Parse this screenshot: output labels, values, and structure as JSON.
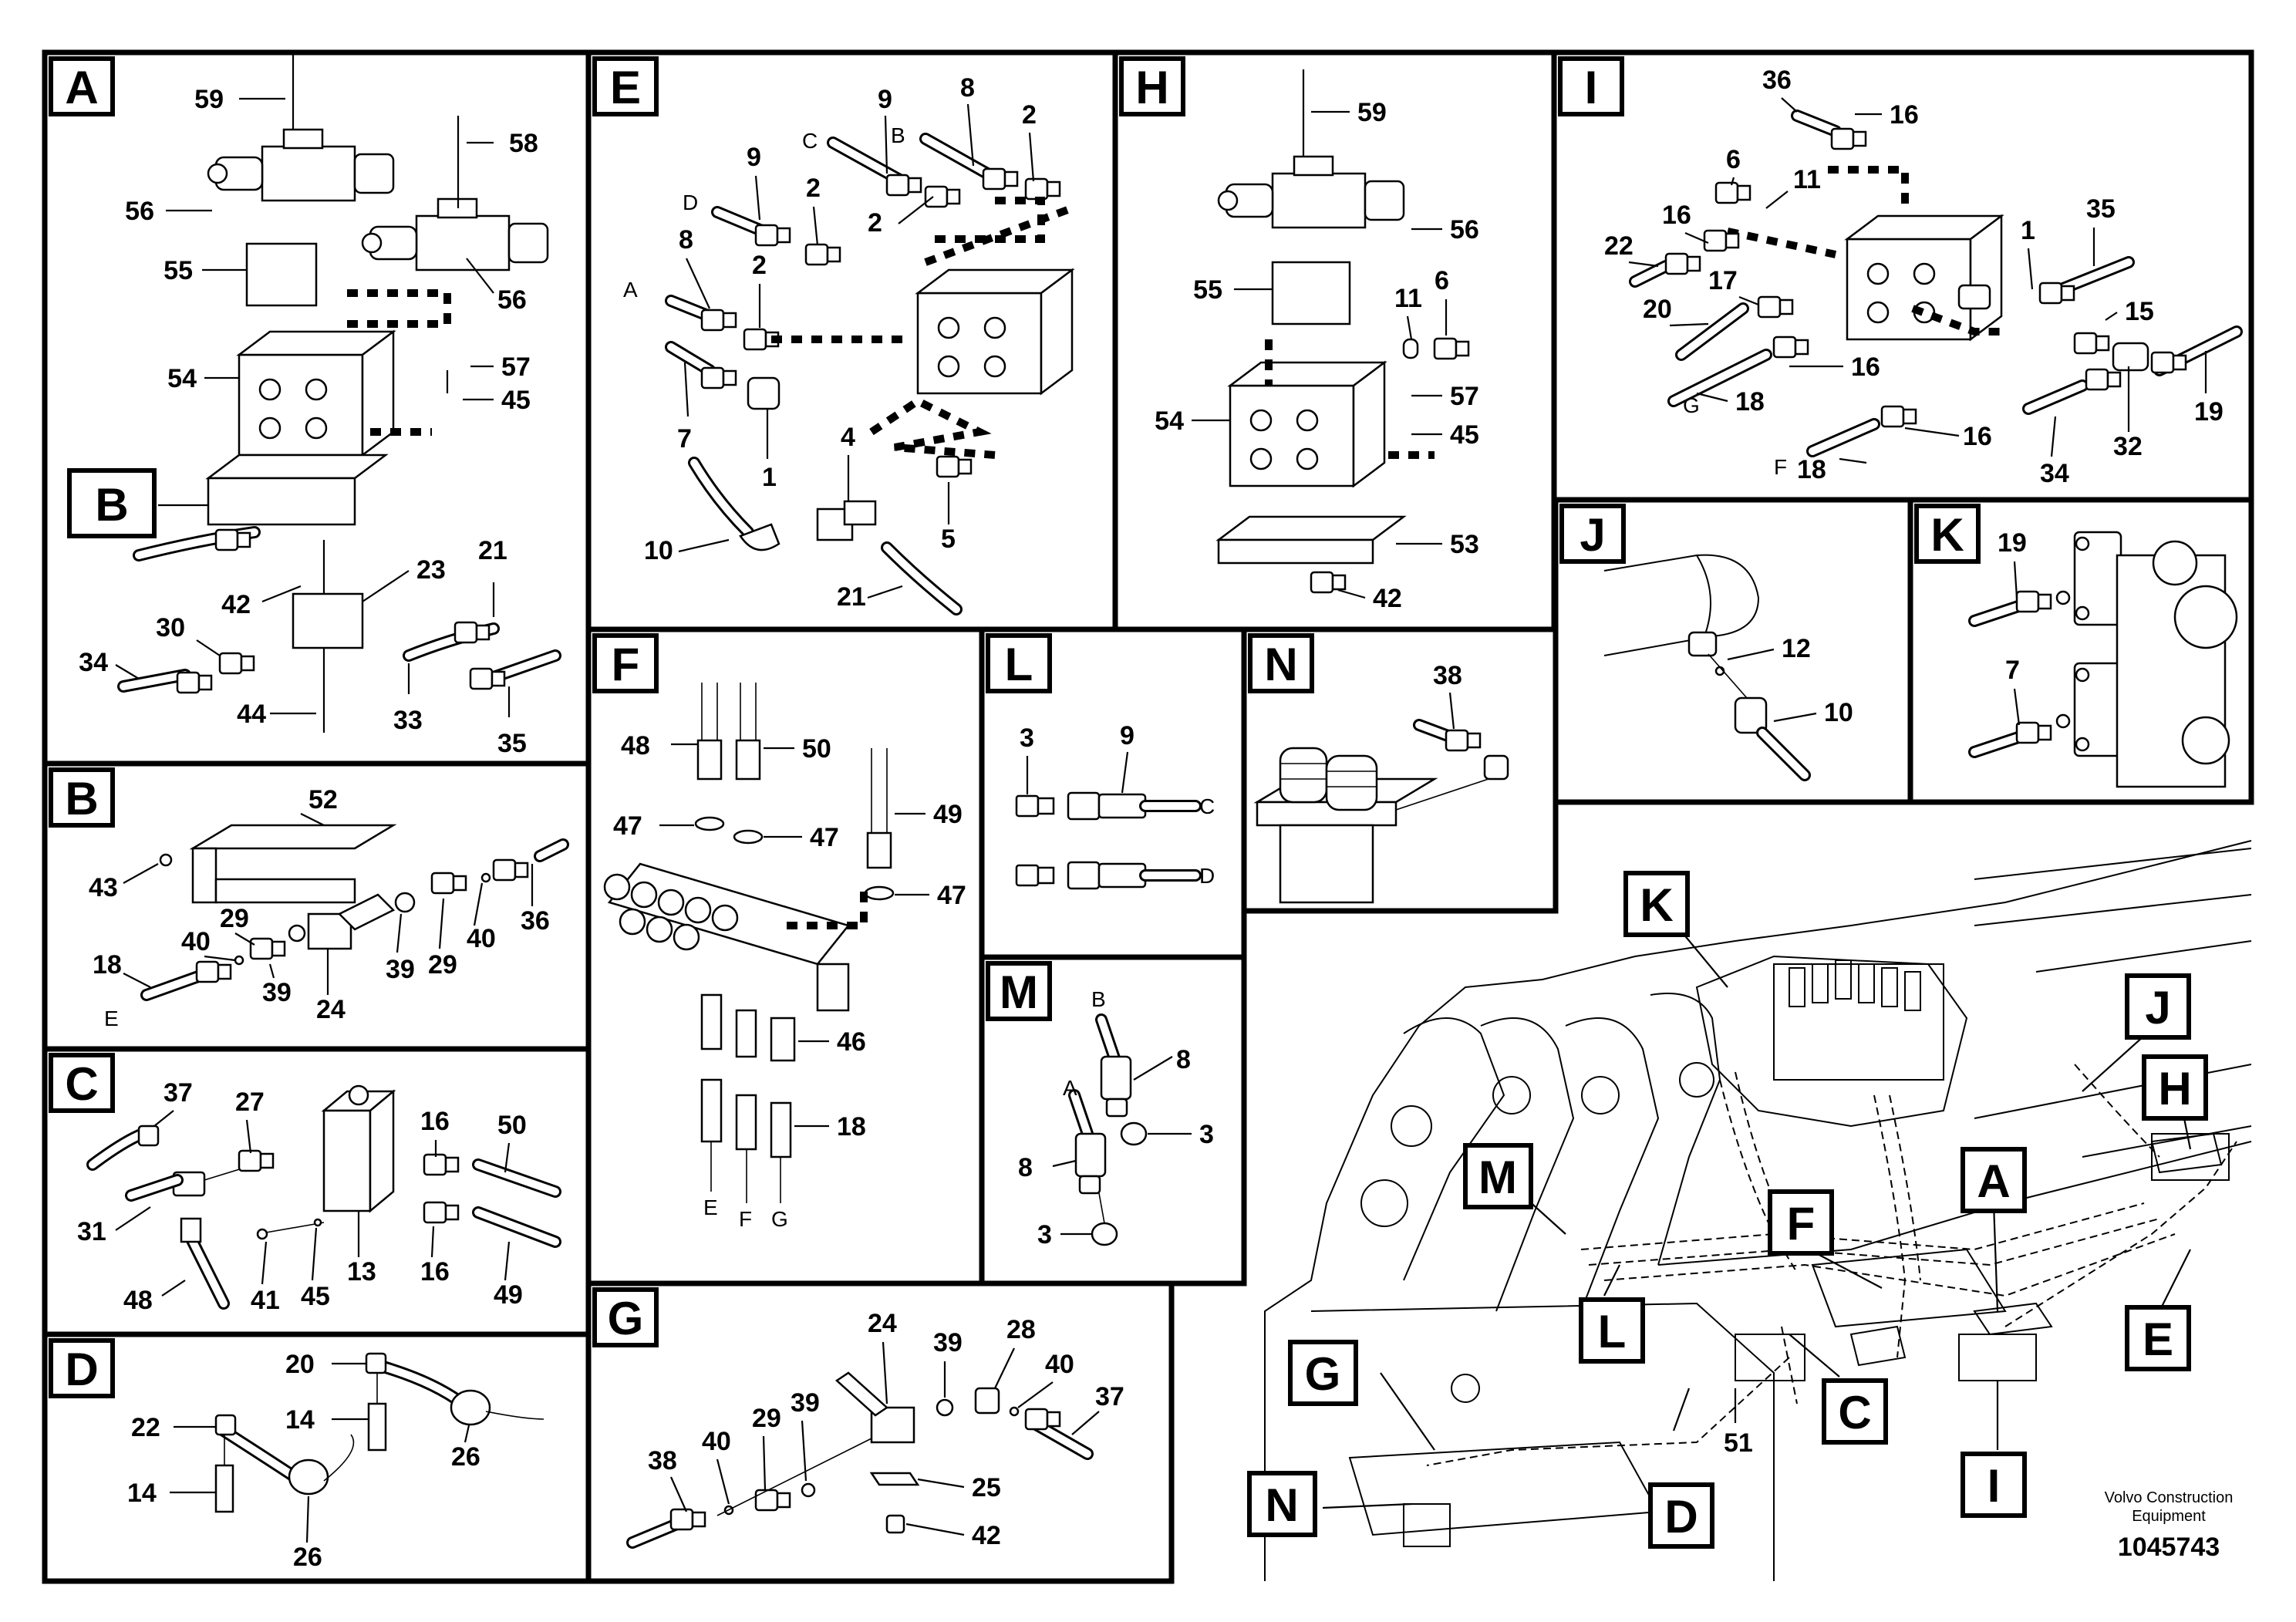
{
  "panels": {
    "A": {
      "letter": "A",
      "callouts": [
        "59",
        "58",
        "56",
        "56",
        "55",
        "54",
        "57",
        "45",
        "B",
        "23",
        "21",
        "42",
        "30",
        "34",
        "33",
        "44",
        "35"
      ]
    },
    "E": {
      "letter": "E",
      "callouts": [
        "9",
        "8",
        "2",
        "9",
        "2",
        "2",
        "8",
        "2",
        "7",
        "1",
        "4",
        "10",
        "5",
        "21"
      ],
      "hose_letters": [
        "C",
        "B",
        "D",
        "A"
      ]
    },
    "H": {
      "letter": "H",
      "callouts": [
        "59",
        "56",
        "55",
        "11",
        "6",
        "54",
        "57",
        "45",
        "53",
        "42"
      ]
    },
    "I": {
      "letter": "I",
      "callouts": [
        "36",
        "16",
        "6",
        "11",
        "35",
        "16",
        "22",
        "1",
        "17",
        "20",
        "15",
        "16",
        "18",
        "16",
        "32",
        "19",
        "18",
        "34"
      ],
      "hose_letters": [
        "G",
        "F"
      ]
    },
    "B": {
      "letter": "B",
      "callouts": [
        "52",
        "43",
        "36",
        "29",
        "40",
        "39",
        "29",
        "40",
        "18",
        "39",
        "24"
      ],
      "hose_letters": [
        "E"
      ]
    },
    "F": {
      "letter": "F",
      "callouts": [
        "48",
        "50",
        "49",
        "47",
        "47",
        "47",
        "46",
        "18"
      ],
      "hose_letters": [
        "E",
        "F",
        "G"
      ]
    },
    "L": {
      "letter": "L",
      "callouts": [
        "3",
        "9"
      ],
      "hose_letters": [
        "C",
        "D"
      ]
    },
    "N": {
      "letter": "N",
      "callouts": [
        "38"
      ]
    },
    "J": {
      "letter": "J",
      "callouts": [
        "12",
        "10"
      ]
    },
    "K": {
      "letter": "K",
      "callouts": [
        "19",
        "7"
      ]
    },
    "C": {
      "letter": "C",
      "callouts": [
        "37",
        "27",
        "16",
        "50",
        "31",
        "41",
        "45",
        "13",
        "16",
        "48",
        "49"
      ]
    },
    "M": {
      "letter": "M",
      "callouts": [
        "8",
        "3",
        "8",
        "3"
      ],
      "hose_letters": [
        "B",
        "A"
      ]
    },
    "D": {
      "letter": "D",
      "callouts": [
        "20",
        "22",
        "14",
        "14",
        "26",
        "26"
      ]
    },
    "G": {
      "letter": "G",
      "callouts": [
        "24",
        "39",
        "28",
        "40",
        "37",
        "38",
        "40",
        "29",
        "39",
        "25",
        "42"
      ]
    }
  },
  "overview": {
    "markers": [
      "K",
      "J",
      "H",
      "M",
      "F",
      "A",
      "L",
      "E",
      "G",
      "C",
      "D",
      "I",
      "N"
    ],
    "callout_51": "51"
  },
  "footer": {
    "brand_line1": "Volvo Construction",
    "brand_line2": "Equipment",
    "doc_number": "1045743"
  }
}
